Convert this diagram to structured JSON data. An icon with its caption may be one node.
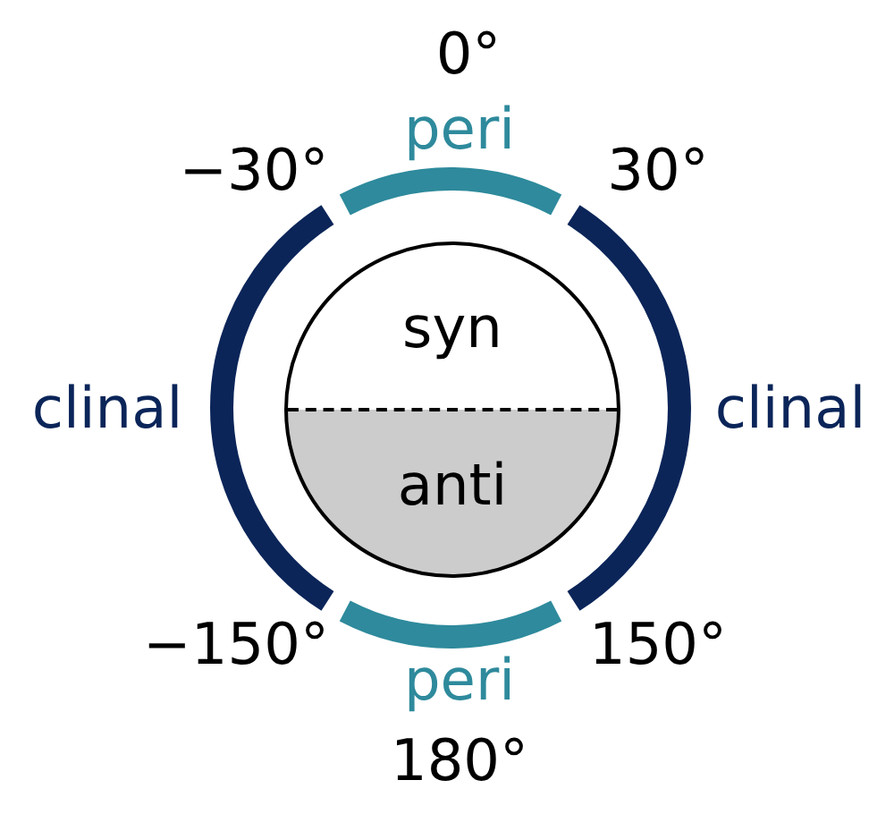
{
  "diagram": {
    "nodes": [
      {
        "text": [
          "peri"
        ]
      },
      {
        "text": [
          "clinal"
        ]
      },
      {
        "text": [
          "syn",
          "anti"
        ]
      },
      {
        "text": [
          "clinal"
        ]
      },
      {
        "text": [
          "peri"
        ]
      }
    ],
    "labels": [
      "0°",
      "−30°",
      "30°",
      "−150°",
      "150°",
      "180°"
    ]
  }
}
